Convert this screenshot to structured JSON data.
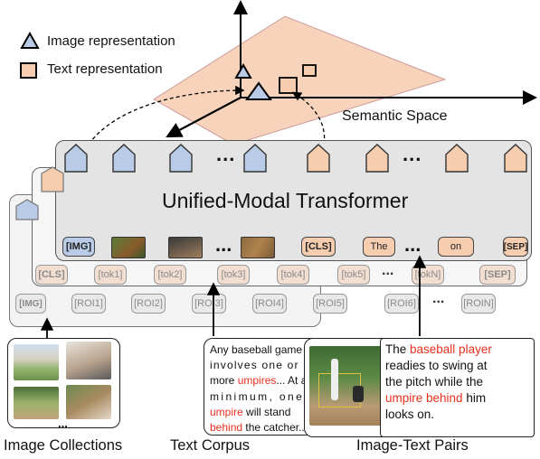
{
  "legend": {
    "image_label": "Image representation",
    "text_label": "Text representation"
  },
  "semantic_space_label": "Semantic Space",
  "transformer_title": "Unified-Modal Transformer",
  "ellipsis": "...",
  "front_row": {
    "img": "[IMG]",
    "cls": "[CLS]",
    "the": "The",
    "on": "on",
    "sep": "[SEP]"
  },
  "text_row": [
    "[CLS]",
    "[tok1]",
    "[tok2]",
    "[tok3]",
    "[tok4]",
    "[tok5]",
    "[tokN]",
    "[SEP]"
  ],
  "roi_row": [
    "[IMG]",
    "[ROI1]",
    "[ROI2]",
    "[ROI3]",
    "[ROI4]",
    "[ROI5]",
    "[ROI6]",
    "[ROIN]"
  ],
  "text_corpus": {
    "l1": "Any baseball game",
    "l2": "involves one or",
    "l3a": "more ",
    "l3b": "umpires",
    "l3c": "... At a",
    "l4": "minimum, one",
    "l5a": "umpire",
    "l5b": " will stand",
    "l6a": "behind",
    "l6b": " the catcher..."
  },
  "pair_text": {
    "l1a": "The ",
    "l1b": "baseball player",
    "l2": "readies to swing at",
    "l3": "the pitch while the",
    "l4a": "umpire behind",
    "l4b": " him",
    "l5": "looks on."
  },
  "captions": {
    "image_collections": "Image Collections",
    "text_corpus": "Text Corpus",
    "image_text_pairs": "Image-Text Pairs"
  },
  "colors": {
    "image_blue": "#b9cbe6",
    "text_peach": "#f7cdb0",
    "highlight_red": "#e8301e",
    "space_fill": "#f7d3bb"
  }
}
